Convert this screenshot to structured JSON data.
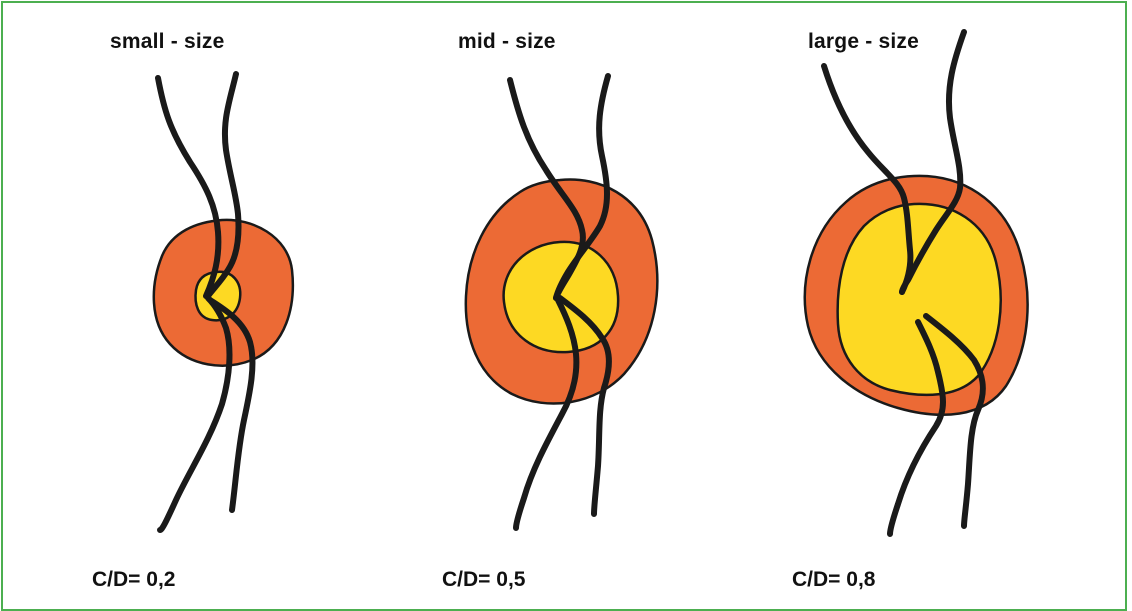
{
  "panels": [
    {
      "title": "small - size",
      "ratio_text": "C/D= 0,2",
      "cup_to_disc": 0.2
    },
    {
      "title": "mid - size",
      "ratio_text": "C/D= 0,5",
      "cup_to_disc": 0.5
    },
    {
      "title": "large - size",
      "ratio_text": "C/D= 0,8",
      "cup_to_disc": 0.8
    }
  ],
  "colors": {
    "frame": "#4caf50",
    "disc": "#ec6a35",
    "cup": "#fdd923",
    "vessel": "#1a1a1a"
  }
}
